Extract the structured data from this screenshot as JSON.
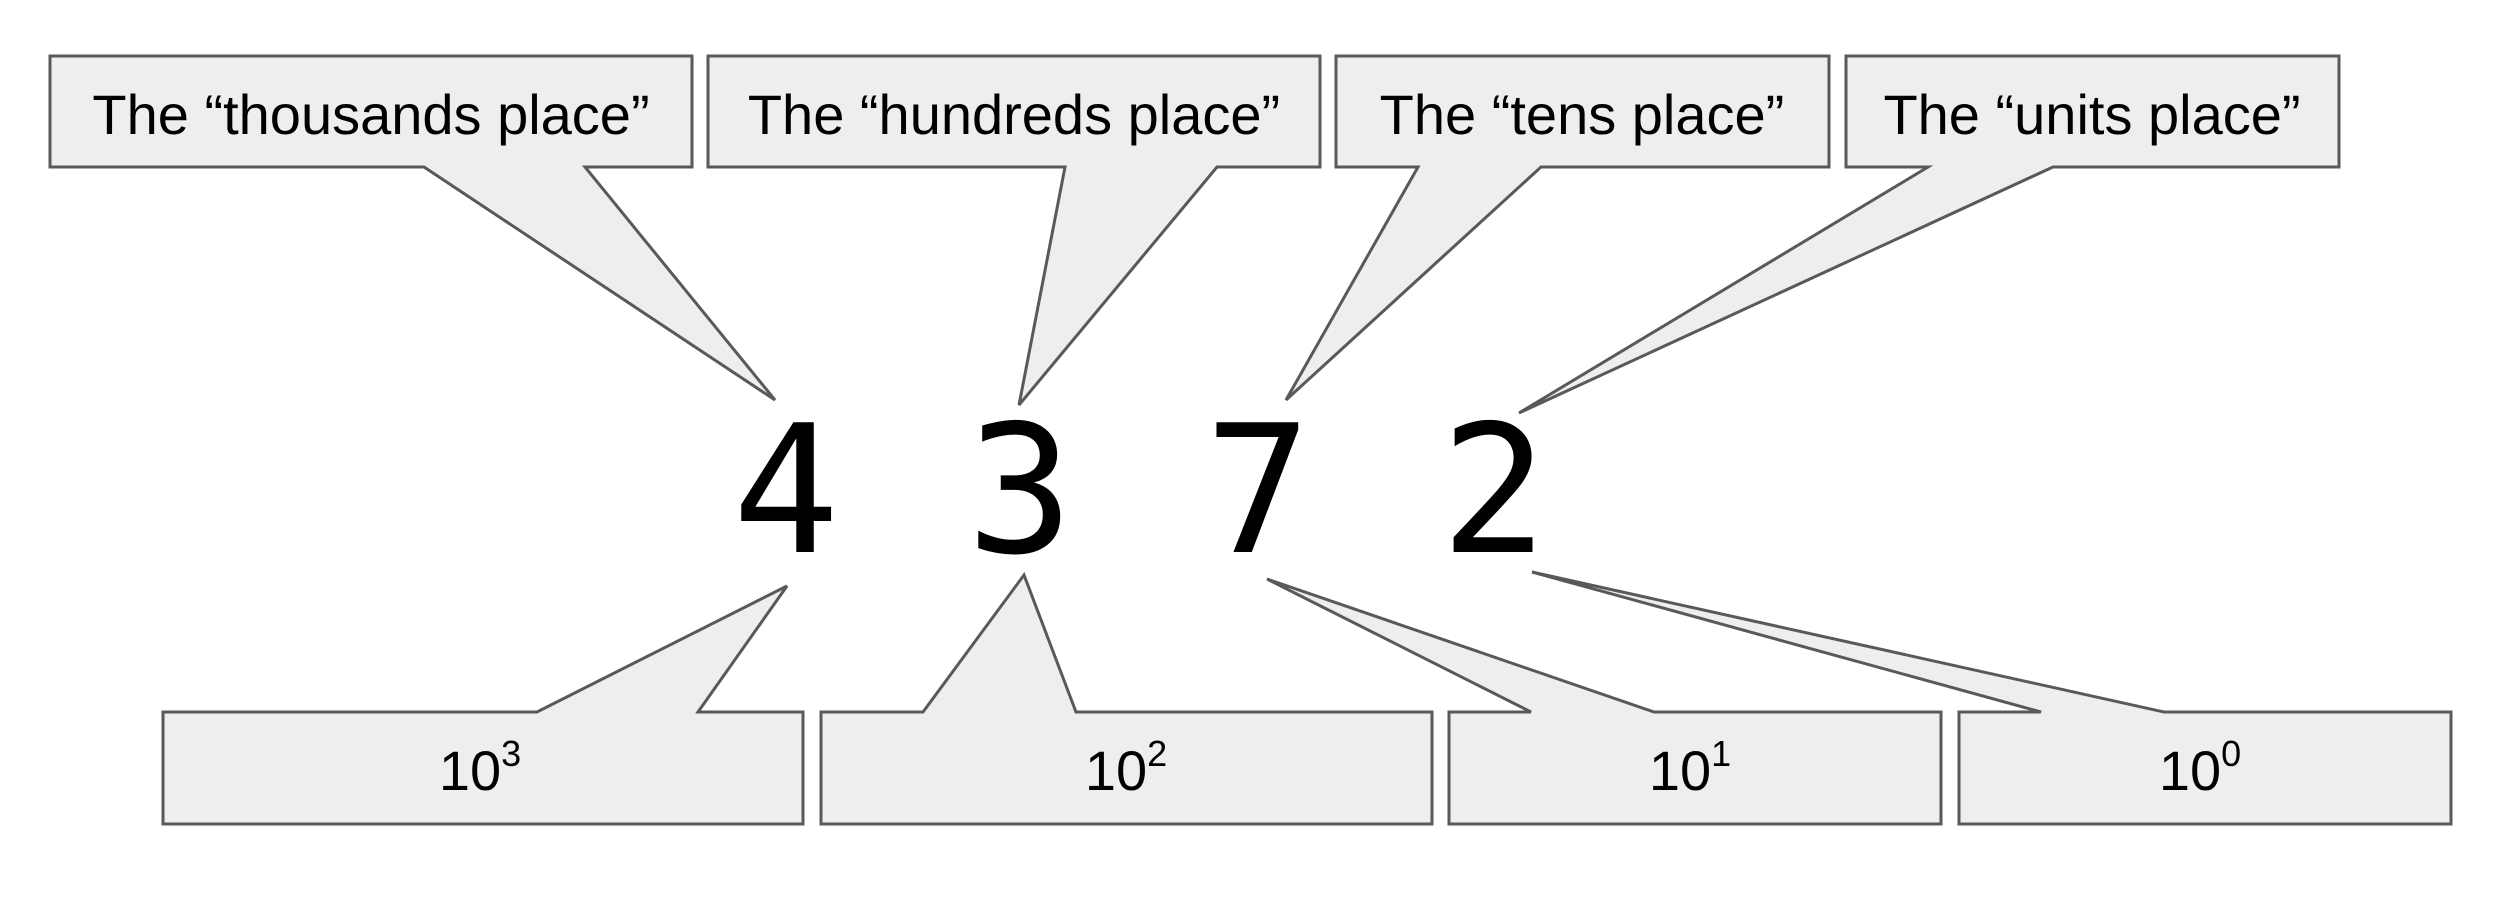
{
  "digits": [
    "4",
    "3",
    "7",
    "2"
  ],
  "place_labels": [
    "The “thousands place”",
    "The “hundreds place”",
    "The “tens place”",
    "The “units place”"
  ],
  "powers": [
    {
      "base": "10",
      "exponent": "3"
    },
    {
      "base": "10",
      "exponent": "2"
    },
    {
      "base": "10",
      "exponent": "1"
    },
    {
      "base": "10",
      "exponent": "0"
    }
  ],
  "colors": {
    "callout_fill": "#eeeeee",
    "callout_stroke": "#595959",
    "text": "#000000"
  }
}
